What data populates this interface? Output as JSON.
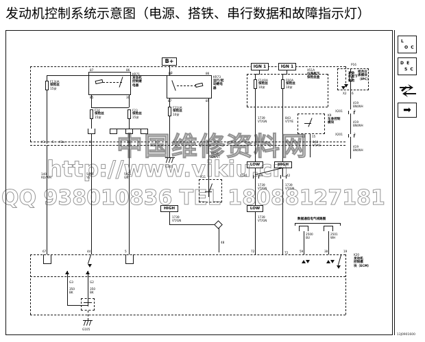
{
  "page": {
    "title": "发动机控制系统示意图（电源、搭铁、串行数据和故障指示灯）",
    "diagram_id": "13J0901600"
  },
  "watermark": {
    "line_cn": "中国维修资料网",
    "line_url": "http://www.vikiu.cn",
    "line_contact": "QQ 938010836  TEL 18088127181"
  },
  "toolbar": {
    "loc_top": "L",
    "loc_bottom": "O C",
    "desc_top": "D E",
    "desc_bottom": "S C",
    "tool_icon": "wrench-arrows-icon",
    "next_arrow": "➡"
  },
  "power": {
    "bplus": "B+",
    "ign_left": "IGN 1",
    "ign_right": "IGN 1"
  },
  "relays": [
    {
      "id": "KR71",
      "name": "发动机\n控制继\n电器"
    },
    {
      "id": "KR73",
      "name": "运行/起\n动继电\n器"
    }
  ],
  "fuses": [
    {
      "id": "F13UA",
      "name": "保险丝",
      "rating": "15安"
    },
    {
      "id": "F24",
      "name": "保险丝",
      "rating": "15安"
    },
    {
      "id": "F23",
      "name": "保险丝",
      "rating": "15安"
    },
    {
      "id": "F21UA",
      "name": "保险丝",
      "rating": "10安"
    },
    {
      "id": "F14OA",
      "name": "保险丝",
      "rating": "10安"
    },
    {
      "id": "F6OA",
      "name": "保险丝",
      "rating": "10安"
    }
  ],
  "blocks": [
    {
      "id": "X51A",
      "name": "仪表板下\n保险丝盒"
    },
    {
      "id": "P16",
      "name": "组合仪\n表模块\n（IPC）"
    },
    {
      "id": "K9",
      "name": "车身控制\n模块"
    },
    {
      "id": "K20",
      "name": "发动机\n控制模\n块（ECM）"
    }
  ],
  "fuse_block_top": {
    "label": "发动\n机舱下\n保险"
  },
  "connectors": [
    "X1",
    "X3a",
    "X2",
    "X201",
    "X111",
    "X2"
  ],
  "wires": [
    {
      "id": "140",
      "color": "RD/WH"
    },
    {
      "id": "5993",
      "color": "YE"
    },
    {
      "id": "5921",
      "color": "GN"
    },
    {
      "id": "6059",
      "color": "GN/VT"
    },
    {
      "id": "1739",
      "color": "VT/GN"
    },
    {
      "id": "843",
      "color": "VT/YE"
    },
    {
      "id": "419",
      "color": "BN/WH"
    },
    {
      "id": "419",
      "color": "BN/WH"
    },
    {
      "id": "419",
      "color": "BN/WH"
    },
    {
      "id": "1739",
      "color": "VT/GN"
    },
    {
      "id": "1739",
      "color": "VT/GN"
    },
    {
      "id": "843",
      "color": "VT/YE"
    },
    {
      "id": "2500",
      "color": "BU"
    },
    {
      "id": "2501",
      "color": "WH"
    },
    {
      "id": "350",
      "color": "BK"
    },
    {
      "id": "350",
      "color": "BK"
    }
  ],
  "bus_tags": [
    {
      "label": "LOW",
      "pos": "mid-right"
    },
    {
      "label": "HIGH",
      "pos": "mid-right"
    },
    {
      "label": "HIGH",
      "pos": "lower-left"
    },
    {
      "label": "LOW",
      "pos": "lower-mid"
    }
  ],
  "captions": {
    "data_bus": "数据通信电气线路图"
  },
  "grounds": [
    {
      "id": "G301"
    },
    {
      "id": "G105"
    }
  ],
  "pin_numbers": {
    "left_block": [
      "5",
      "6",
      "11"
    ],
    "relay_kr71": [
      "87",
      "86",
      "85",
      "30"
    ],
    "relay_kr73": [
      "30",
      "86",
      "87",
      "85"
    ],
    "mid_row": [
      "5",
      "3",
      "20",
      "12",
      "16",
      "15",
      "46",
      "61",
      "55",
      "15"
    ],
    "ipc_row": [
      "6",
      "3",
      "3"
    ],
    "bcm_row": [
      "33",
      "15"
    ],
    "bottom_row": [
      "67",
      "44",
      "5",
      "48",
      "72",
      "59",
      "38",
      "19"
    ],
    "ground_pins": [
      "G3",
      "G2"
    ],
    "bus_pin": [
      "84",
      "42"
    ]
  }
}
